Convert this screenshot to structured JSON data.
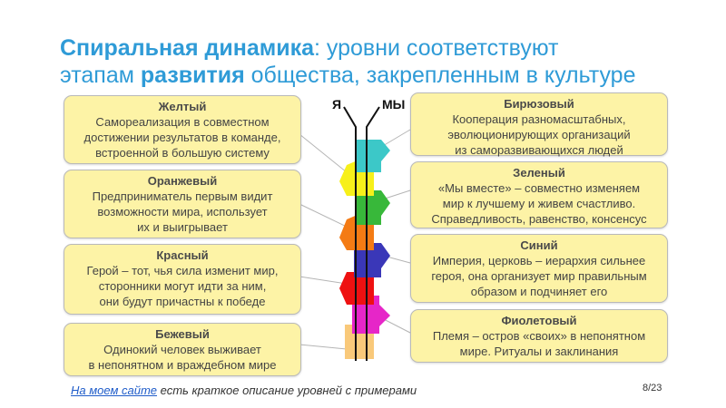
{
  "title": {
    "bold1": "Спиральная динамика",
    "rest1": ": уровни соответствуют",
    "line2_pre": "этапам ",
    "bold2": "развития",
    "line2_post": " общества, закрепленным в культуре"
  },
  "axis": {
    "ya": "Я",
    "my": "МЫ"
  },
  "levels_left": [
    {
      "name": "Желтый",
      "desc": [
        "Самореализация в совместном",
        "достижении результатов в команде,",
        "встроенной в большую систему"
      ]
    },
    {
      "name": "Оранжевый",
      "desc": [
        "Предприниматель первым видит",
        "возможности мира, использует",
        "их и выигрывает"
      ]
    },
    {
      "name": "Красный",
      "desc": [
        "Герой – тот, чья сила изменит мир,",
        "сторонники могут идти за ним,",
        "они будут причастны к победе"
      ]
    },
    {
      "name": "Бежевый",
      "desc": [
        "Одинокий человек выживает",
        "в непонятном и враждебном мире"
      ]
    }
  ],
  "levels_right": [
    {
      "name": "Бирюзовый",
      "desc": [
        "Кооперация разномасштабных,",
        "эволюционирующих организаций",
        "из саморазвивающихся людей"
      ]
    },
    {
      "name": "Зеленый",
      "desc": [
        "«Мы вместе» – совместно изменяем",
        "мир к лучшему и живем счастливо.",
        "Справедливость, равенство, консенсус"
      ]
    },
    {
      "name": "Синий",
      "desc": [
        "Империя, церковь – иерархия сильнее",
        "героя, она организует мир правильным",
        "образом и подчиняет его"
      ]
    },
    {
      "name": "Фиолетовый",
      "desc": [
        "Племя – остров «своих» в непонятном",
        "мире. Ритуалы и заклинания"
      ]
    }
  ],
  "colors": {
    "beige": "#f9c97a",
    "purple": "#e626c8",
    "red": "#ee1111",
    "blue": "#3a37b8",
    "orange": "#f47b14",
    "green": "#38b83a",
    "yellow": "#f7f01a",
    "turquoise": "#3cc8c8",
    "callout_bg": "#fdf3a6",
    "title": "#2f9bd7"
  },
  "footer": {
    "link": "На моем сайте",
    "text": " есть краткое описание уровней с примерами"
  },
  "page": "8/23"
}
